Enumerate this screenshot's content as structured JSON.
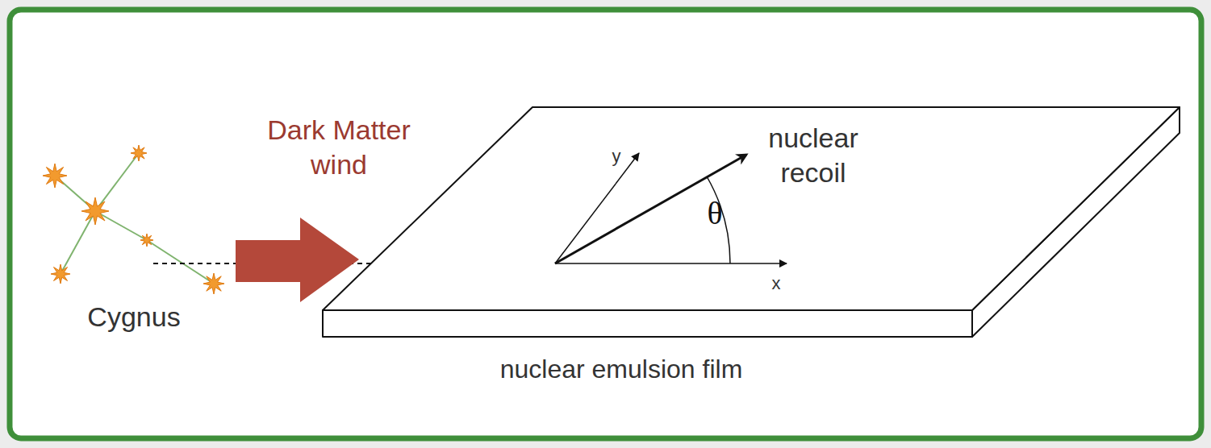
{
  "diagram": {
    "labels": [
      "Dark Matter wind",
      "nuclear recoil",
      "θ",
      "x",
      "y",
      "Cygnus",
      "nuclear emulsion film"
    ]
  }
}
